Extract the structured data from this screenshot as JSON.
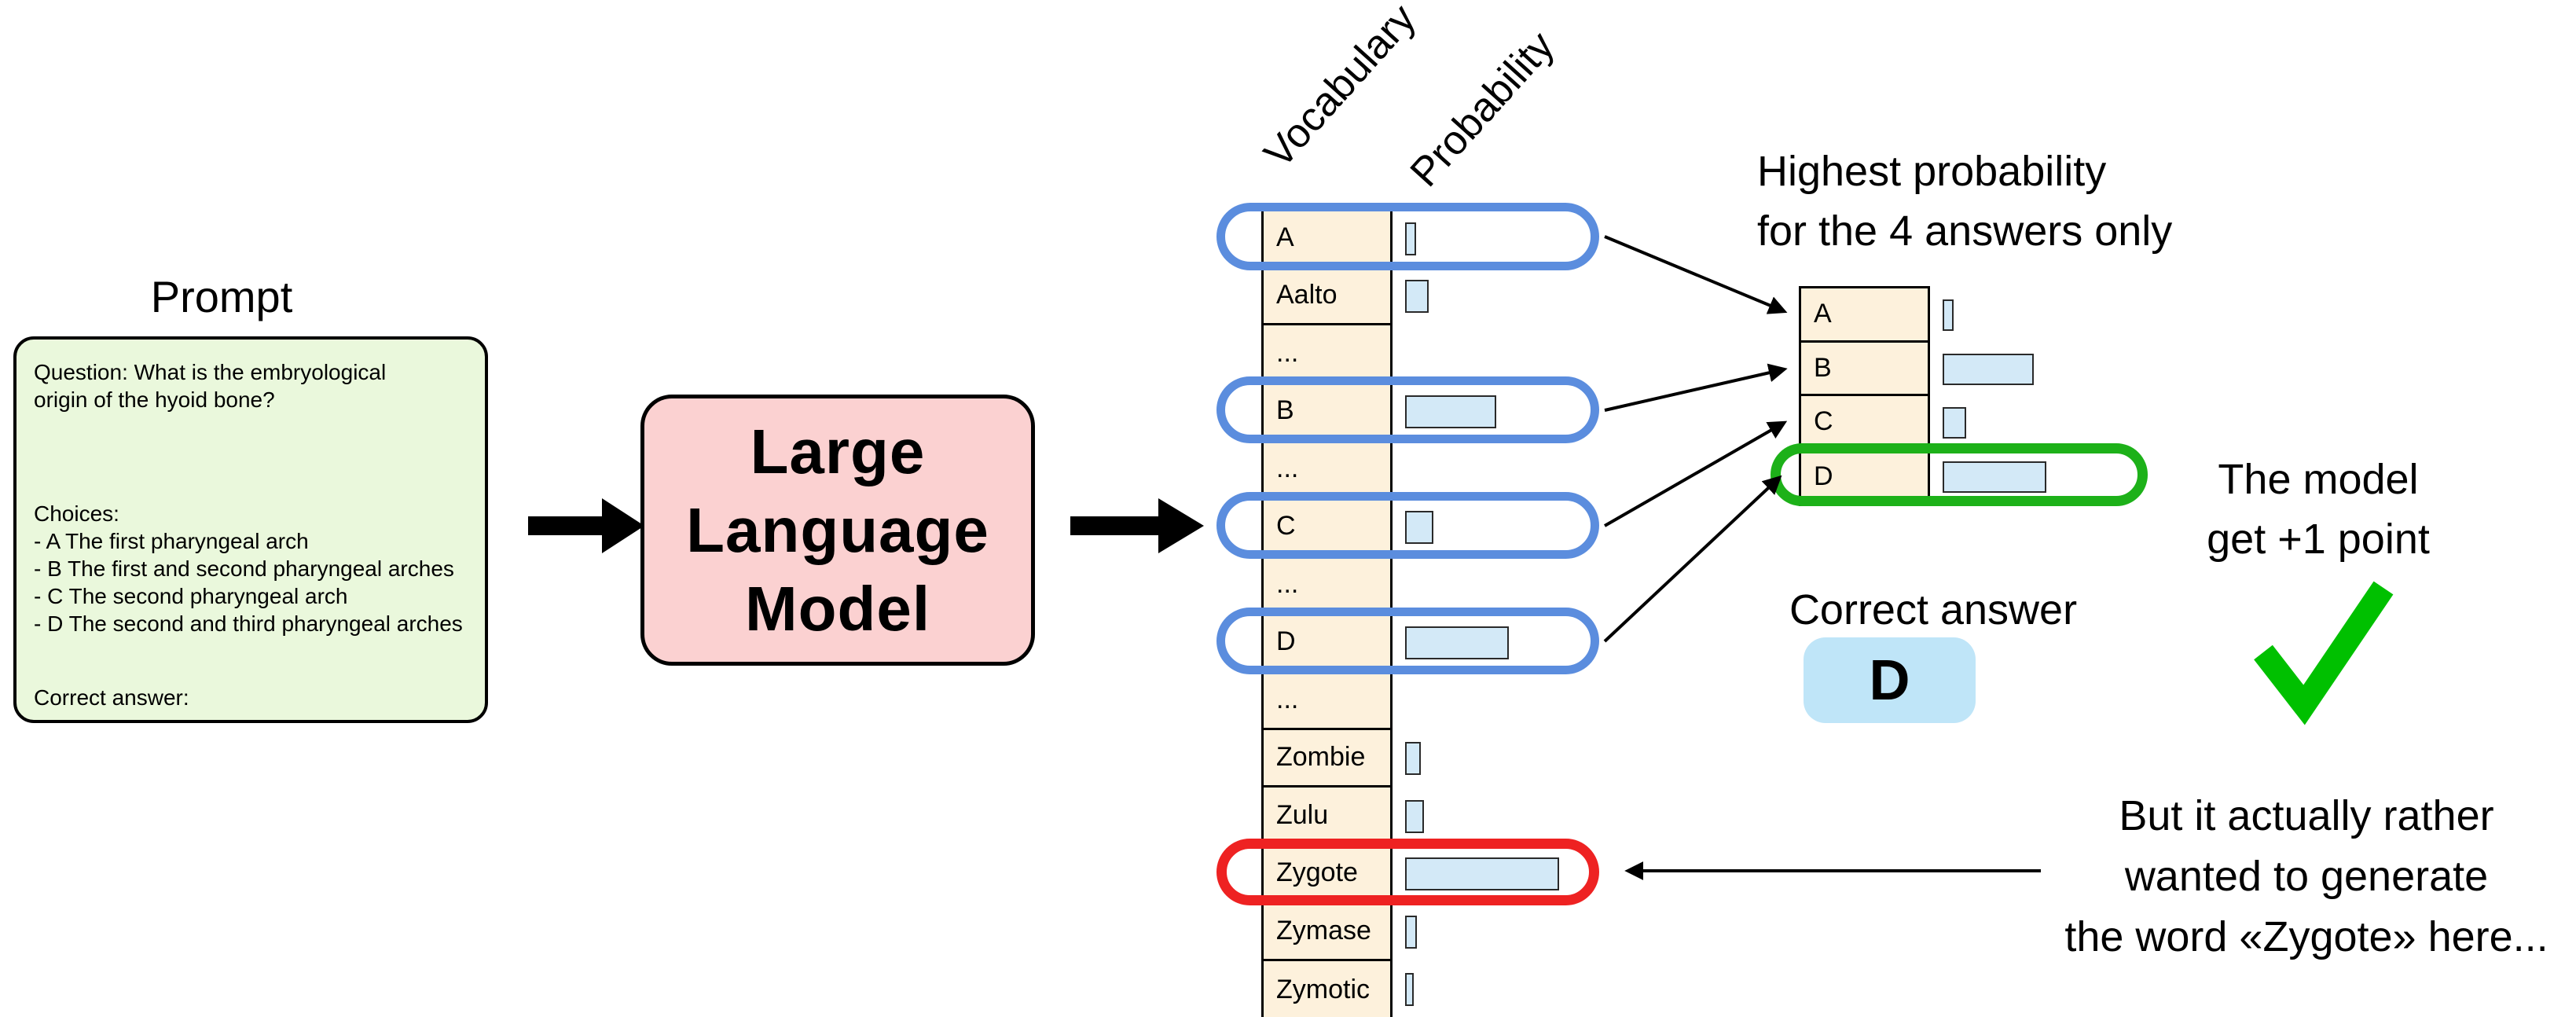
{
  "colors": {
    "prompt-bg": "#eaf8dc",
    "model-bg": "#fbd1d1",
    "cell-bg": "#fdf1dc",
    "bar-bg": "#d3e9f7",
    "bar-border": "#2a2a2a",
    "ring-blue": "#5b8dde",
    "ring-red": "#ee2222",
    "ring-green": "#1db119",
    "check-green": "#00c000",
    "answer-bg": "#bfe5f8"
  },
  "prompt": {
    "heading": "Prompt",
    "question": [
      "Question: What is the embryological",
      "origin of the hyoid bone?"
    ],
    "choices_label": "Choices:",
    "choices": [
      "- A The first pharyngeal arch",
      "- B The first and second pharyngeal arches",
      "- C The second pharyngeal arch",
      "- D The second and third pharyngeal arches"
    ],
    "correct_label": "Correct answer:"
  },
  "model": {
    "lines": [
      "Large",
      "Language",
      "Model"
    ]
  },
  "vocab_table": {
    "headers": [
      "Vocabulary",
      "Probability"
    ],
    "rows": [
      {
        "token": "A",
        "bar": 14,
        "highlight": "blue"
      },
      {
        "token": "Aalto",
        "bar": 30
      },
      {
        "token": "...",
        "bar": 0
      },
      {
        "token": "B",
        "bar": 116,
        "highlight": "blue"
      },
      {
        "token": "...",
        "bar": 0
      },
      {
        "token": "C",
        "bar": 36,
        "highlight": "blue"
      },
      {
        "token": "...",
        "bar": 0
      },
      {
        "token": "D",
        "bar": 132,
        "highlight": "blue"
      },
      {
        "token": "...",
        "bar": 0
      },
      {
        "token": "Zombie",
        "bar": 20
      },
      {
        "token": "Zulu",
        "bar": 24
      },
      {
        "token": "Zygote",
        "bar": 196,
        "highlight": "red"
      },
      {
        "token": "Zymase",
        "bar": 15
      },
      {
        "token": "Zymotic",
        "bar": 11
      }
    ]
  },
  "answers_table": {
    "caption": [
      "Highest probability",
      "for the 4 answers only"
    ],
    "rows": [
      {
        "token": "A",
        "bar": 14
      },
      {
        "token": "B",
        "bar": 116
      },
      {
        "token": "C",
        "bar": 30
      },
      {
        "token": "D",
        "bar": 132,
        "highlight": "green"
      }
    ]
  },
  "correct_answer": {
    "label": "Correct answer",
    "value": "D"
  },
  "score_note": {
    "lines": [
      "The model",
      "get +1 point"
    ]
  },
  "zygote_note": {
    "lines": [
      "But it actually rather",
      "wanted to generate",
      "the word «Zygote» here..."
    ]
  }
}
